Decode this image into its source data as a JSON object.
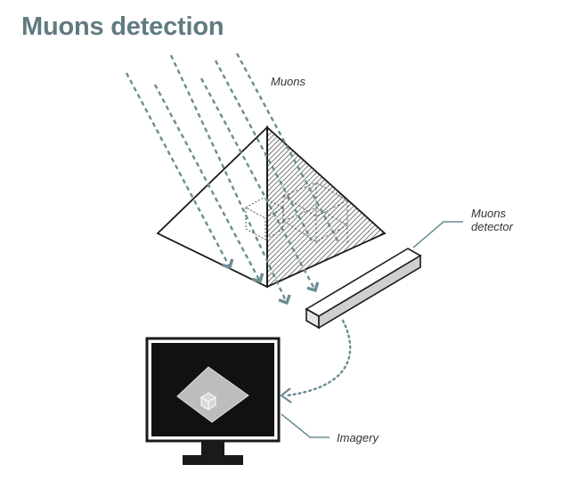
{
  "title": "Muons detection",
  "labels": {
    "muons": "Muons",
    "detector_line1": "Muons",
    "detector_line2": "detector",
    "imagery": "Imagery"
  },
  "colors": {
    "title": "#5f7b80",
    "arrow": "#6b8c93",
    "outline": "#1a1a1a",
    "screen": "#111111",
    "image": "#bdbdbd"
  },
  "icons": {
    "pyramid": "pyramid-icon",
    "detector": "detector-bar-icon",
    "monitor": "monitor-icon"
  }
}
